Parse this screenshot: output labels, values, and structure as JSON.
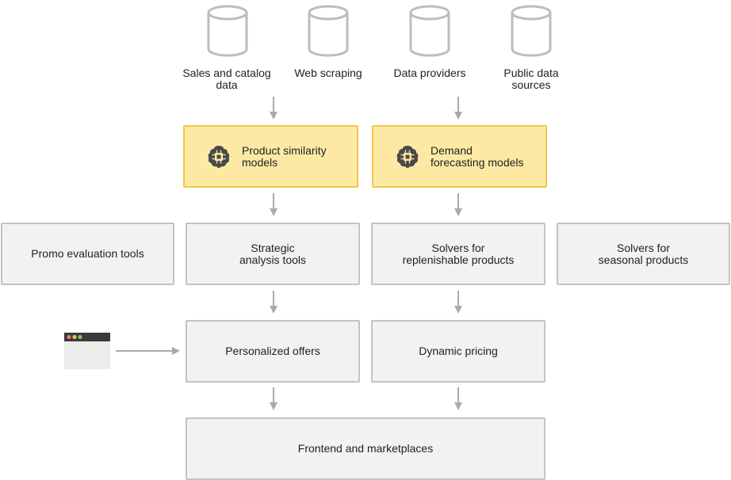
{
  "sources": [
    {
      "label": "Sales and catalog\ndata"
    },
    {
      "label": "Web scraping"
    },
    {
      "label": "Data providers"
    },
    {
      "label": "Public data\nsources"
    }
  ],
  "models": [
    {
      "label": "Product similarity\nmodels",
      "icon": "brain-chip-icon"
    },
    {
      "label": "Demand\nforecasting models",
      "icon": "brain-chip-icon"
    }
  ],
  "tools": [
    {
      "label": "Promo evaluation tools"
    },
    {
      "label": "Strategic\nanalysis tools"
    },
    {
      "label": "Solvers for\nreplenishable products"
    },
    {
      "label": "Solvers for\nseasonal products"
    }
  ],
  "outputs": [
    {
      "label": "Personalized offers"
    },
    {
      "label": "Dynamic pricing"
    }
  ],
  "frontend": {
    "label": "Frontend and marketplaces"
  },
  "colors": {
    "model_fill": "#fde9a4",
    "model_border": "#f3c747",
    "box_fill": "#f2f2f2",
    "box_border": "#c3c3c3",
    "arrow": "#aaaaaa",
    "icon": "#4a4a4a",
    "cylinder": "#bdbdbd"
  }
}
